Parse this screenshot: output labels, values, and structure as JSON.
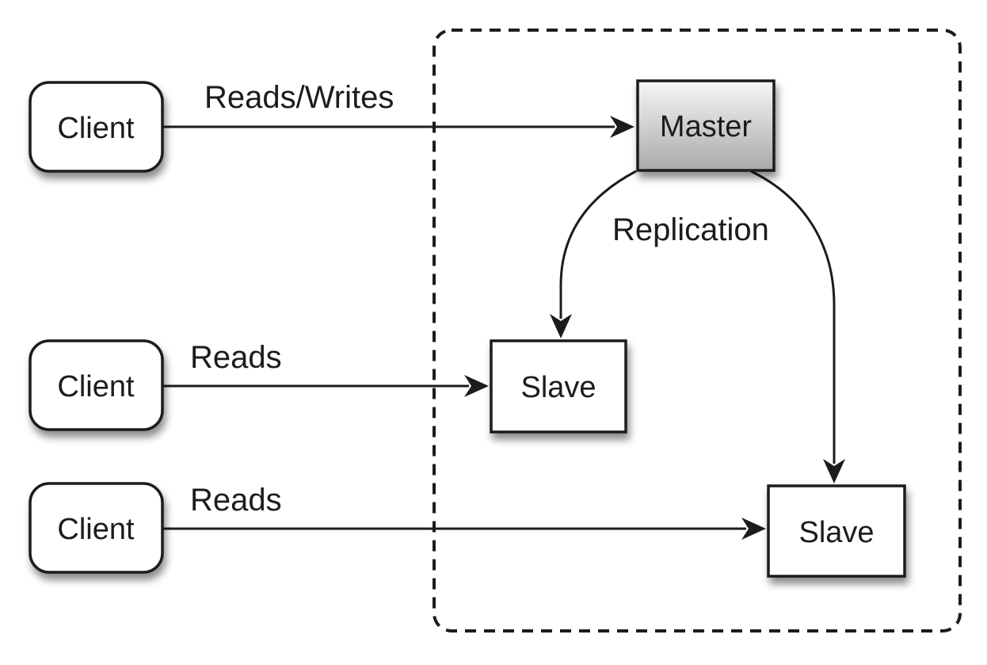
{
  "diagram": {
    "nodes": {
      "client_top": {
        "label": "Client"
      },
      "client_middle": {
        "label": "Client"
      },
      "client_bottom": {
        "label": "Client"
      },
      "master": {
        "label": "Master"
      },
      "slave_left": {
        "label": "Slave"
      },
      "slave_right": {
        "label": "Slave"
      }
    },
    "edges": {
      "client_top_to_master": {
        "label": "Reads/Writes"
      },
      "client_middle_to_slave": {
        "label": "Reads"
      },
      "client_bottom_to_slave": {
        "label": "Reads"
      },
      "master_to_slaves": {
        "label": "Replication"
      }
    },
    "colors": {
      "line": "#1c1c1c",
      "node_fill": "#ffffff",
      "master_gradient_top": "#f7f7f7",
      "master_gradient_bottom": "#a9a9a9",
      "background": "#ffffff"
    }
  }
}
